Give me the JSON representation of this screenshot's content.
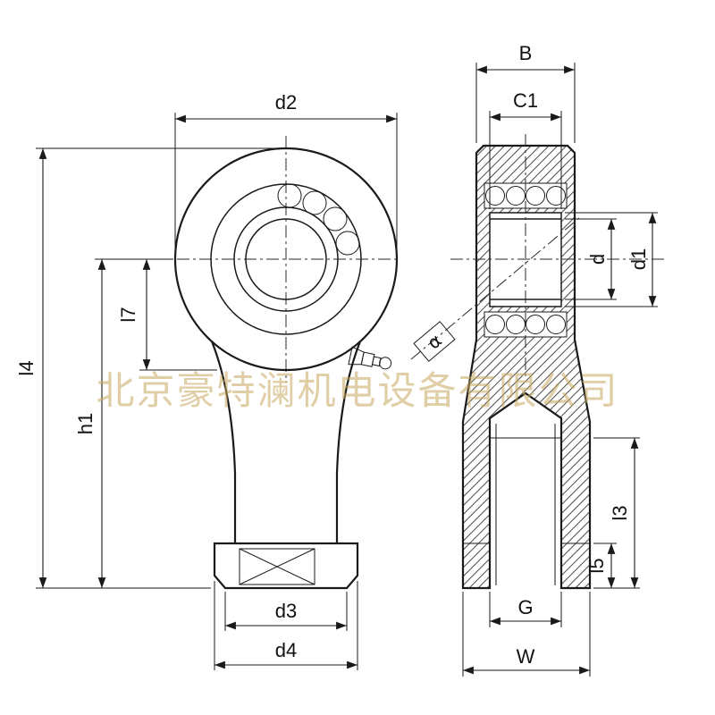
{
  "watermark": {
    "text": "北京豪特澜机电设备有限公司"
  },
  "colors": {
    "line": "#1a1a1a",
    "watermark": "#c8a95e",
    "background": "#ffffff"
  },
  "dimensions": {
    "front": {
      "d2": "d2",
      "l7": "l7",
      "l4": "l4",
      "h1": "h1",
      "d3": "d3",
      "d4": "d4"
    },
    "side": {
      "B": "B",
      "C1": "C1",
      "d": "d",
      "d1": "d1",
      "alpha": "α",
      "l3": "l3",
      "l5": "l5",
      "G": "G",
      "W": "W"
    }
  }
}
